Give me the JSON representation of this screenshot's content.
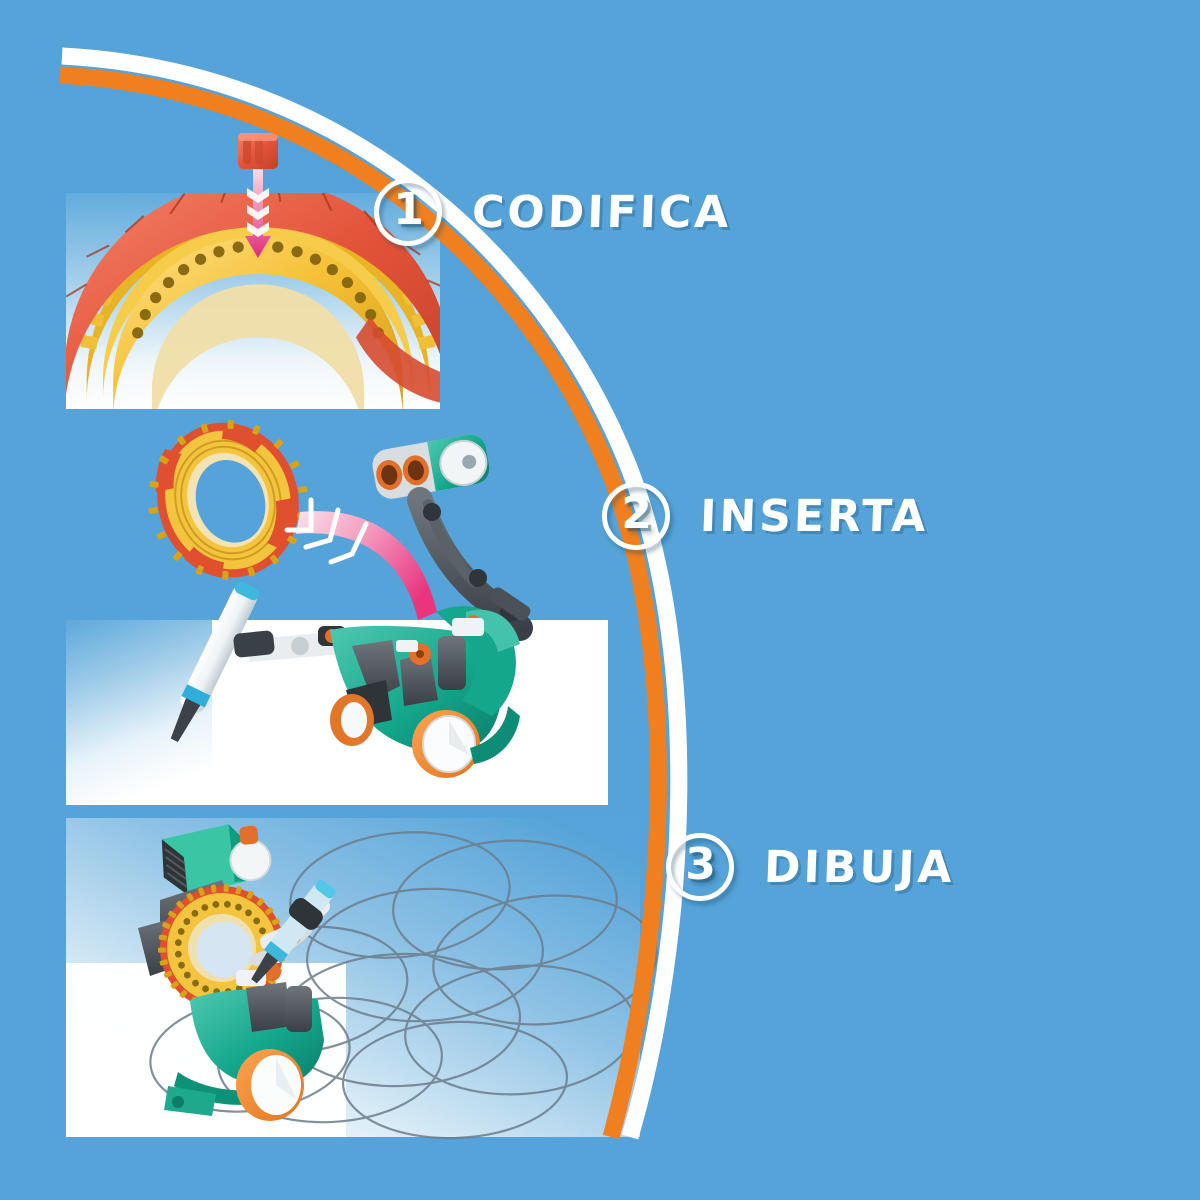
{
  "poster": {
    "background_color": "#55A3D9",
    "accent_orange": "#F07F20",
    "accent_white": "#FFFFFF",
    "arrow_pink": "#E8417F",
    "steps": [
      {
        "number": "1",
        "label": "CODIFICA",
        "icon": "step-circle-icon"
      },
      {
        "number": "2",
        "label": "INSERTA",
        "icon": "step-circle-icon"
      },
      {
        "number": "3",
        "label": "DIBUJA",
        "icon": "step-circle-icon"
      }
    ],
    "panels": [
      {
        "name": "panel-step-1",
        "caption": ""
      },
      {
        "name": "panel-step-2-left",
        "caption": ""
      },
      {
        "name": "panel-step-2-right",
        "caption": ""
      },
      {
        "name": "panel-step-3-large",
        "caption": ""
      },
      {
        "name": "panel-step-3-small",
        "caption": ""
      }
    ],
    "illustrations": [
      {
        "name": "gear-ring-assembly-red-yellow",
        "step": "1"
      },
      {
        "name": "coding-disc-insert-arrow-down",
        "step": "1"
      },
      {
        "name": "coding-ring-red-yellow",
        "step": "2"
      },
      {
        "name": "robot-arm-with-sensor-head",
        "step": "2"
      },
      {
        "name": "insert-arrow-curved-pink",
        "step": "2"
      },
      {
        "name": "robot-drawing-with-marker-pen",
        "step": "3"
      },
      {
        "name": "drawn-circles-pattern",
        "step": "3"
      }
    ]
  }
}
